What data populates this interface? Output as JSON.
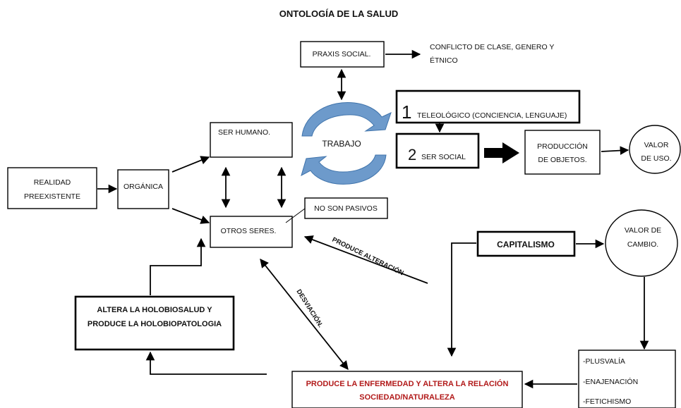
{
  "title": "ONTOLOGÍA DE LA SALUD",
  "colors": {
    "accent_red": "#b21a1a",
    "cycle_blue_light": "#8bb4dc",
    "cycle_blue_dark": "#3f73ab"
  },
  "nodes": {
    "realidad": [
      "REALIDAD",
      "PREEXISTENTE"
    ],
    "organica": "ORGÁNICA",
    "ser_humano": "SER HUMANO.",
    "otros_seres": "OTROS SERES.",
    "no_son_pasivos": "NO SON PASIVOS",
    "praxis_social": "PRAXIS SOCIAL.",
    "conflicto": [
      "CONFLICTO DE CLASE, GENERO Y",
      "ÉTNICO"
    ],
    "trabajo": "TRABAJO",
    "teleologico_num": "1",
    "teleologico": "TELEOLÓGICO (CONCIENCIA, LENGUAJE)",
    "ser_social_num": "2",
    "ser_social": "SER SOCIAL",
    "produccion": [
      "PRODUCCIÓN",
      "DE OBJETOS."
    ],
    "valor_uso": [
      "VALOR",
      "DE USO."
    ],
    "capitalismo": "CAPITALISMO",
    "valor_cambio": [
      "VALOR DE",
      "CAMBIO."
    ],
    "plusvalia": [
      "-PLUSVALÍA",
      "-ENAJENACIÓN",
      "-FETICHISMO"
    ],
    "enfermedad": [
      "PRODUCE LA ENFERMEDAD Y ALTERA LA RELACIÓN",
      "SOCIEDAD/NATURALEZA"
    ],
    "holobio": [
      "ALTERA LA HOLOBIOSALUD Y",
      "PRODUCE LA HOLOBIOPATOLOGIA"
    ]
  },
  "edge_labels": {
    "produce_alteracion": "PRODUCE ALTERACIÓN",
    "desviacion": "DESVIACIÓN."
  }
}
